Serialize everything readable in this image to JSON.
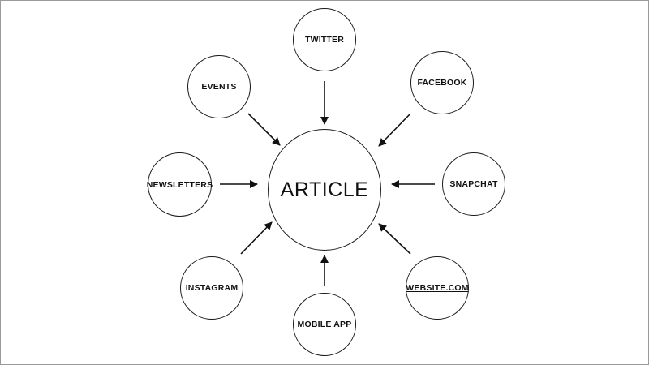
{
  "diagram": {
    "center": {
      "label": "ARTICLE"
    },
    "sources": [
      {
        "id": "twitter",
        "label": "TWITTER"
      },
      {
        "id": "events",
        "label": "EVENTS"
      },
      {
        "id": "facebook",
        "label": "FACEBOOK"
      },
      {
        "id": "newsletters",
        "label": "NEWSLETTERS"
      },
      {
        "id": "snapchat",
        "label": "SNAPCHAT"
      },
      {
        "id": "instagram",
        "label": "INSTAGRAM"
      },
      {
        "id": "website",
        "label": "WEBSITE.COM"
      },
      {
        "id": "mobile_app",
        "label": "MOBILE APP"
      }
    ],
    "edges": [
      {
        "from": "twitter",
        "to": "center"
      },
      {
        "from": "events",
        "to": "center"
      },
      {
        "from": "facebook",
        "to": "center"
      },
      {
        "from": "newsletters",
        "to": "center"
      },
      {
        "from": "snapchat",
        "to": "center"
      },
      {
        "from": "instagram",
        "to": "center"
      },
      {
        "from": "website",
        "to": "center"
      },
      {
        "from": "mobile_app",
        "to": "center"
      }
    ],
    "colors": {
      "stroke": "#1a1a1a",
      "text": "#111111",
      "background": "#ffffff"
    }
  }
}
